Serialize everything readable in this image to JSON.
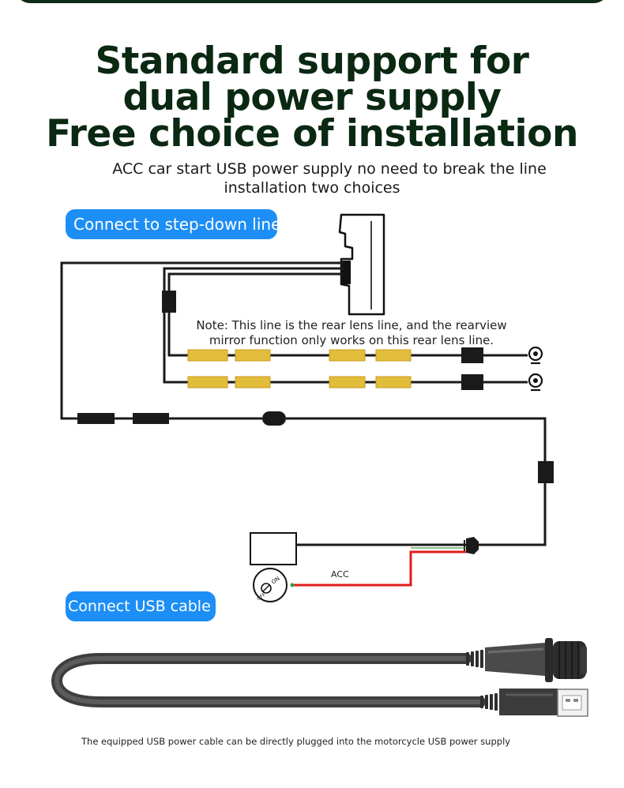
{
  "headline": {
    "line1": "Standard support for",
    "line2": "dual power supply",
    "line3": "Free choice of installation"
  },
  "subtitle": {
    "line1": "ACC car start USB power supply no need to break the line",
    "line2": "installation two choices"
  },
  "options": {
    "step_down": "Connect to step-down line",
    "usb": "Connect USB cable"
  },
  "note": {
    "line1": "Note: This line is the rear lens line, and the rearview",
    "line2": "mirror function only works on this rear lens line."
  },
  "switch": {
    "on": "ON",
    "off": "OFF"
  },
  "acc_label": "ACC",
  "footer": "The equipped USB power cable can be directly plugged into the motorcycle USB power supply",
  "colors": {
    "headline": "#0a2812",
    "pill": "#1d8ef5",
    "wire": "#1a1a1a",
    "connector_yellow": "#e2bd3c",
    "acc_wire": "#e21b1b",
    "cable": "#454545"
  }
}
